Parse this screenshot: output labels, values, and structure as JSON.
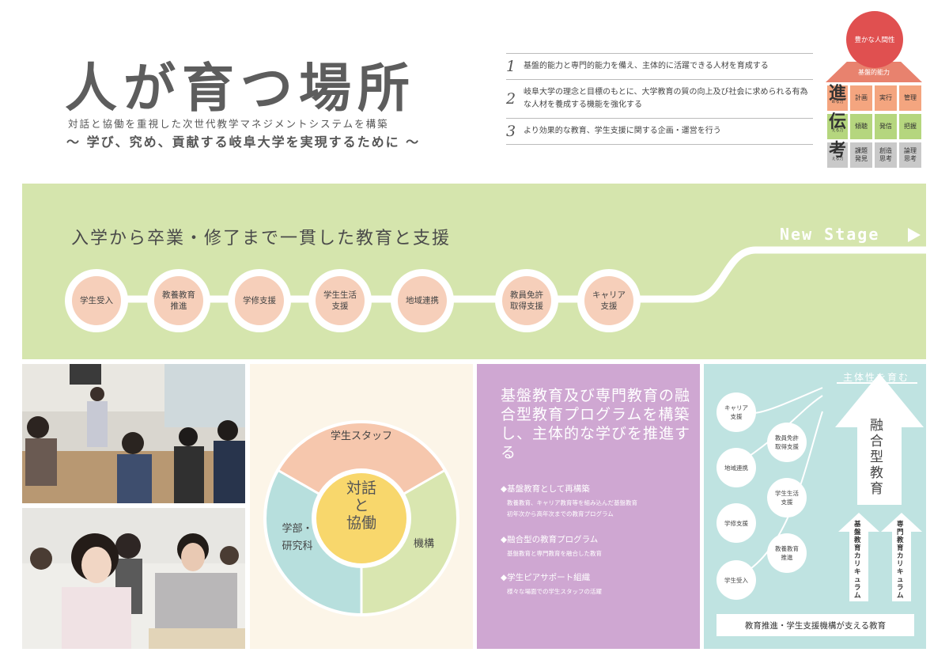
{
  "header": {
    "title": "人が育つ場所",
    "subtitle1": "対話と協働を重視した次世代教学マネジメントシステムを構築",
    "subtitle2": "〜 学び、究め、貢献する岐阜大学を実現するために 〜"
  },
  "goals": [
    {
      "num": "1",
      "text": "基盤的能力と専門的能力を備え、主体的に活躍できる人材を育成する"
    },
    {
      "num": "2",
      "text": "岐阜大学の理念と目標のもとに、大学教育の質の向上及び社会に求められる有為な人材を養成する機能を強化する"
    },
    {
      "num": "3",
      "text": "より効果的な教育、学生支援に関する企画・運営を行う"
    }
  ],
  "pyramid": {
    "top": "豊かな人間性",
    "band": "基盤的能力",
    "rows": [
      {
        "big": "進",
        "small": "める力",
        "cells": [
          "計画",
          "実行",
          "管理"
        ],
        "color": "#f4a57f"
      },
      {
        "big": "伝",
        "small": "える力",
        "cells": [
          "傾聴",
          "発信",
          "把握"
        ],
        "color": "#b5d67e"
      },
      {
        "big": "考",
        "small": "える力",
        "cells": [
          "課題\n発見",
          "創造\n思考",
          "論理\n思考"
        ],
        "color": "#c9c9c9"
      }
    ]
  },
  "band": {
    "title": "入学から卒業・修了まで一貫した教育と支援",
    "new_stage": "New Stage",
    "stages": [
      "学生受入",
      "教養教育\n推進",
      "学修支援",
      "学生生活\n支援",
      "地域連携",
      "教員免許\n取得支援",
      "キャリア\n支援"
    ]
  },
  "cycle": {
    "center": [
      "対話",
      "と",
      "協働"
    ],
    "top": "学生スタッフ",
    "right": "機構",
    "left": "学部・\n研究科"
  },
  "purple": {
    "heading": "基盤教育及び専門教育の融合型教育プログラムを構築し、主体的な学びを推進する",
    "items": [
      {
        "title": "◆基盤教育として再構築",
        "desc": "教養教育、キャリア教育等を組み込んだ基盤教育\n初年次から高年次までの教育プログラム"
      },
      {
        "title": "◆融合型の教育プログラム",
        "desc": "基盤教育と専門教育を融合した教育"
      },
      {
        "title": "◆学生ピアサポート組織",
        "desc": "様々な場面での学生スタッフの活躍"
      }
    ]
  },
  "teal": {
    "top_label": "主体性を育む",
    "arrow_text": "融合型教育",
    "left_col": [
      "キャリア\n支援",
      "地域連携",
      "学修支援",
      "学生受入"
    ],
    "right_col": [
      "教員免許\n取得支援",
      "学生生活\n支援",
      "教養教育\n推進"
    ],
    "arrow1": "基盤教育カリキュラム",
    "arrow2": "専門教育カリキュラム",
    "footer": "教育推進・学生支援機構が支える教育"
  }
}
